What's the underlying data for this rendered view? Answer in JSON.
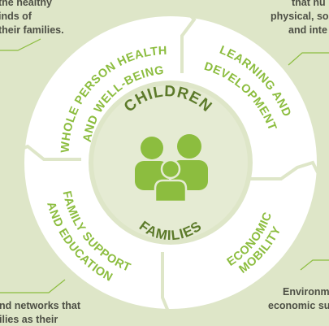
{
  "colors": {
    "background": "#dee6c8",
    "ring": "#ffffff",
    "hub": "#e5ebd3",
    "accent_green": "#8cbd3f",
    "icon_green": "#8cbd3f",
    "dark_green": "#5c7a2a",
    "text_dark": "#4d4f45"
  },
  "center": {
    "title": "CHILDREN",
    "subtitle": "FAMILIES",
    "icon": "family-icon"
  },
  "segments": [
    {
      "id": "whole-person",
      "line1": "WHOLE PERSON HEALTH",
      "line2": "AND WELL-BEING"
    },
    {
      "id": "learning",
      "line1": "LEARNING AND",
      "line2": "DEVELOPMENT"
    },
    {
      "id": "family-support",
      "line1": "FAMILY SUPPORT",
      "line2": "AND EDUCATION"
    },
    {
      "id": "economic",
      "line1": "ECONOMIC",
      "line2": "MOBILITY"
    }
  ],
  "side_texts": {
    "top_left": [
      "the healthy",
      "inds of",
      "their families."
    ],
    "top_right": [
      "that nu",
      "physical, so",
      "and inte"
    ],
    "bottom_left": [
      "nd networks that",
      "ilies as their"
    ],
    "bottom_right": [
      "Environm",
      "economic su"
    ]
  }
}
